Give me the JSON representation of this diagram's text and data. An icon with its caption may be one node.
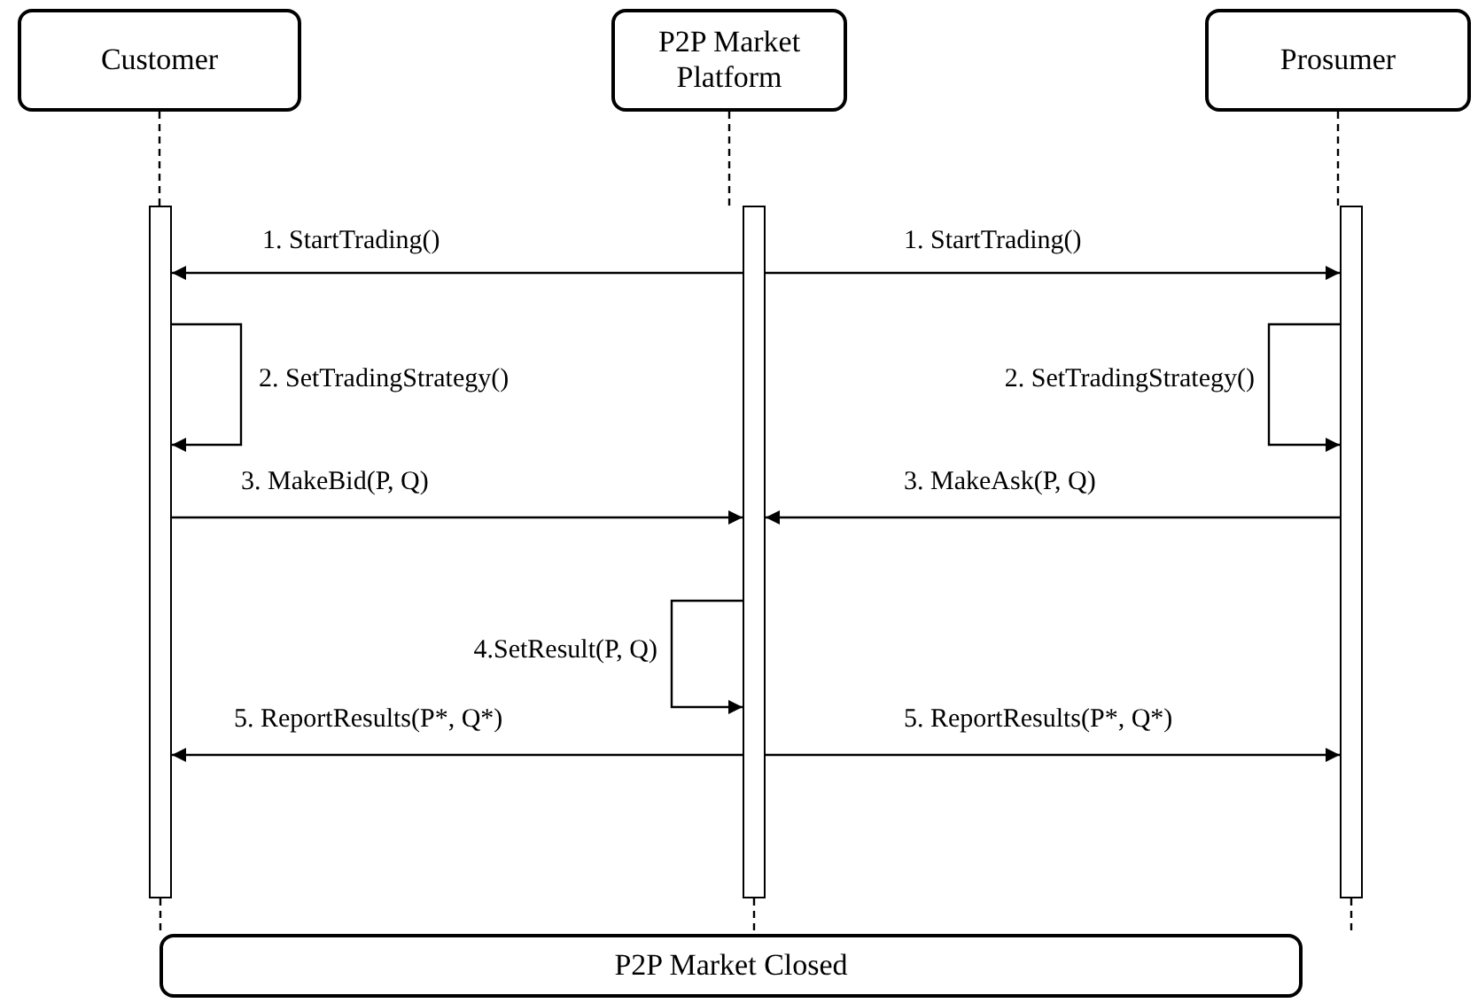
{
  "diagram": {
    "nodes": [
      {
        "text": [
          "Customer"
        ]
      },
      {
        "text": [
          "P2P Market Platform"
        ]
      },
      {
        "text": [
          "Prosumer"
        ]
      },
      {
        "text": [],
        "shape": "bar"
      },
      {
        "text": [],
        "shape": "bar"
      },
      {
        "text": [],
        "shape": "bar"
      },
      {
        "text": [
          "P2P Market Closed"
        ]
      }
    ],
    "edges": [
      {
        "from": 0,
        "to": 3,
        "arrow": "none",
        "style": "dashed"
      },
      {
        "from": 1,
        "to": 4,
        "arrow": "none",
        "style": "dashed"
      },
      {
        "from": 2,
        "to": 5,
        "arrow": "none",
        "style": "dashed"
      },
      {
        "from": 4,
        "to": 3,
        "arrow": "to",
        "label": "1. StartTrading()"
      },
      {
        "from": 4,
        "to": 5,
        "arrow": "to",
        "label": "1. StartTrading()"
      },
      {
        "from": 3,
        "to": 3,
        "arrow": "to",
        "label": "2. SetTradingStrategy()"
      },
      {
        "from": 5,
        "to": 5,
        "arrow": "to",
        "label": "2. SetTradingStrategy()"
      },
      {
        "from": 3,
        "to": 4,
        "arrow": "to",
        "label": "3. MakeBid(P, Q)"
      },
      {
        "from": 5,
        "to": 4,
        "arrow": "to",
        "label": "3. MakeAsk(P, Q)"
      },
      {
        "from": 4,
        "to": 4,
        "arrow": "to",
        "label": "4.SetResult(P, Q)"
      },
      {
        "from": 4,
        "to": 3,
        "arrow": "to",
        "label": "5. ReportResults(P*, Q*)"
      },
      {
        "from": 4,
        "to": 5,
        "arrow": "to",
        "label": "5. ReportResults(P*, Q*)"
      },
      {
        "from": 3,
        "to": 6,
        "arrow": "none",
        "style": "dashed"
      },
      {
        "from": 4,
        "to": 6,
        "arrow": "none",
        "style": "dashed"
      },
      {
        "from": 5,
        "to": null,
        "arrow": "none",
        "style": "dashed"
      }
    ]
  }
}
